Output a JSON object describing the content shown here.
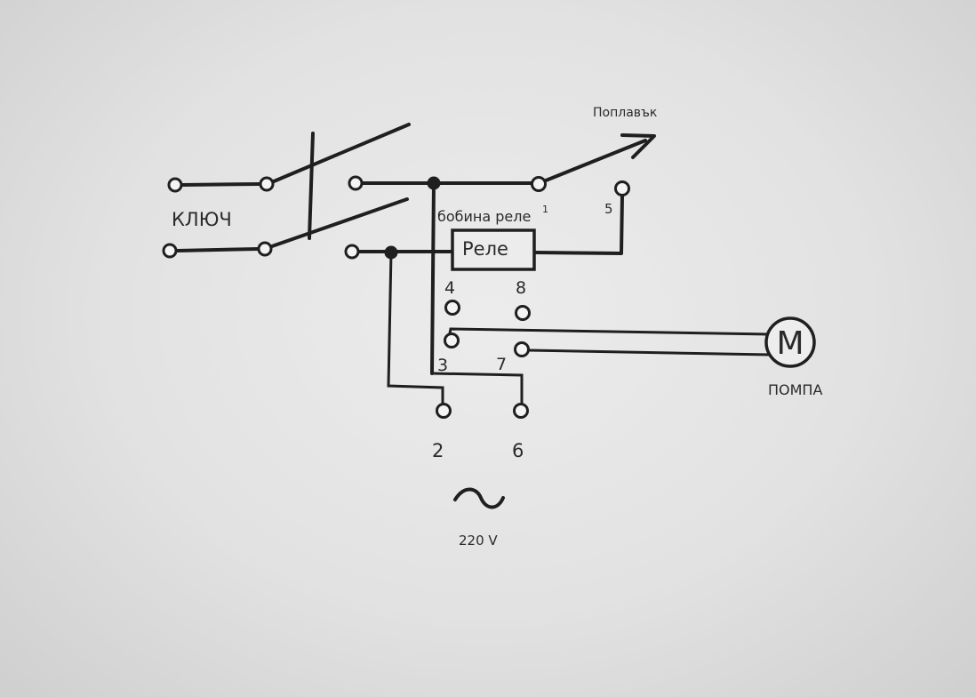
{
  "labels": {
    "key": "КЛЮЧ",
    "float": "Поплавък",
    "coil": "бобина реле",
    "relay": "Реле",
    "motor_symbol": "M",
    "pump": "ПОМПА",
    "voltage": "220 V"
  },
  "pins": {
    "p1": "1",
    "p2": "2",
    "p3": "3",
    "p4": "4",
    "p5": "5",
    "p6": "6",
    "p7": "7",
    "p8": "8"
  },
  "symbols": {
    "ac_source": "sine-wave-icon",
    "float_arrow": "arrow-icon"
  }
}
